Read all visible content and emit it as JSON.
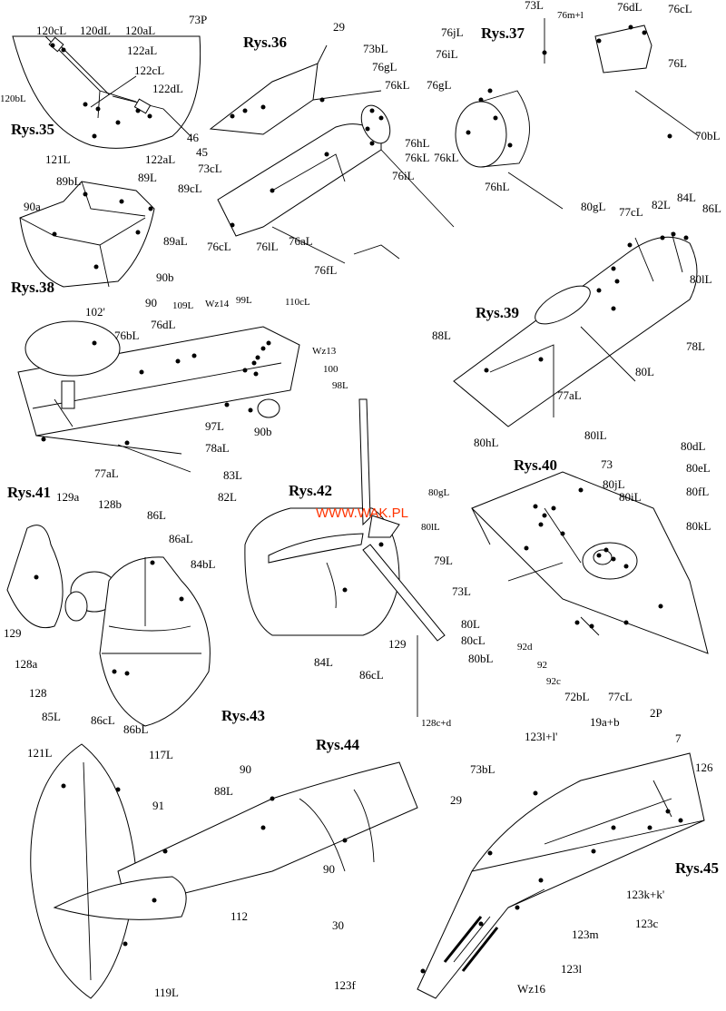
{
  "watermark": "WWW.WAK.PL",
  "figures": {
    "r35": "Rys.35",
    "r36": "Rys.36",
    "r37": "Rys.37",
    "r38": "Rys.38",
    "r39": "Rys.39",
    "r40": "Rys.40",
    "r41": "Rys.41",
    "r42": "Rys.42",
    "r43": "Rys.43",
    "r44": "Rys.44",
    "r45": "Rys.45"
  },
  "labels": {
    "r35": [
      "120cL",
      "120dL",
      "120aL",
      "122aL",
      "122cL",
      "122dL",
      "120bL",
      "121L",
      "122aL"
    ],
    "r36": [
      "73P",
      "29",
      "73bL",
      "76gL",
      "76kL",
      "46",
      "45",
      "73cL",
      "76hL",
      "76kL",
      "76iL",
      "76cL",
      "76lL",
      "76aL",
      "76fL"
    ],
    "r37": [
      "73L",
      "76m+l",
      "76dL",
      "76cL",
      "76jL",
      "76iL",
      "76gL",
      "76kL",
      "76hL",
      "76L",
      "70bL"
    ],
    "r38": [
      "89bL",
      "89L",
      "89cL",
      "90a",
      "89aL",
      "90b",
      "90"
    ],
    "r39": [
      "80gL",
      "77cL",
      "82L",
      "84L",
      "86L",
      "80lL",
      "88L",
      "78L",
      "80L",
      "77aL"
    ],
    "r41": [
      "102'",
      "109L",
      "76dL",
      "76bL",
      "Wz14",
      "99L",
      "110cL",
      "Wz13",
      "100",
      "98L",
      "97L",
      "90b",
      "78aL",
      "77aL"
    ],
    "r40": [
      "80hL",
      "80lL",
      "80dL",
      "73",
      "80eL",
      "80jL",
      "80iL",
      "80gL",
      "80fL",
      "80lL",
      "80kL",
      "79L",
      "73L",
      "80L",
      "80cL",
      "80bL",
      "92d",
      "92",
      "92c",
      "72bL",
      "77cL"
    ],
    "r42": [
      "83L",
      "82L",
      "84L",
      "86cL",
      "129",
      "128c+d"
    ],
    "r43": [
      "129a",
      "128b",
      "86L",
      "86aL",
      "84bL",
      "129",
      "128a",
      "128",
      "85L",
      "86cL",
      "86bL"
    ],
    "r44": [
      "121L",
      "117L",
      "90",
      "88L",
      "91",
      "90",
      "112",
      "119L"
    ],
    "r45": [
      "123l+l'",
      "19a+b",
      "2P",
      "7",
      "126",
      "73bL",
      "29",
      "123k+k'",
      "123c",
      "123m",
      "30",
      "123l",
      "123f",
      "Wz16"
    ]
  }
}
